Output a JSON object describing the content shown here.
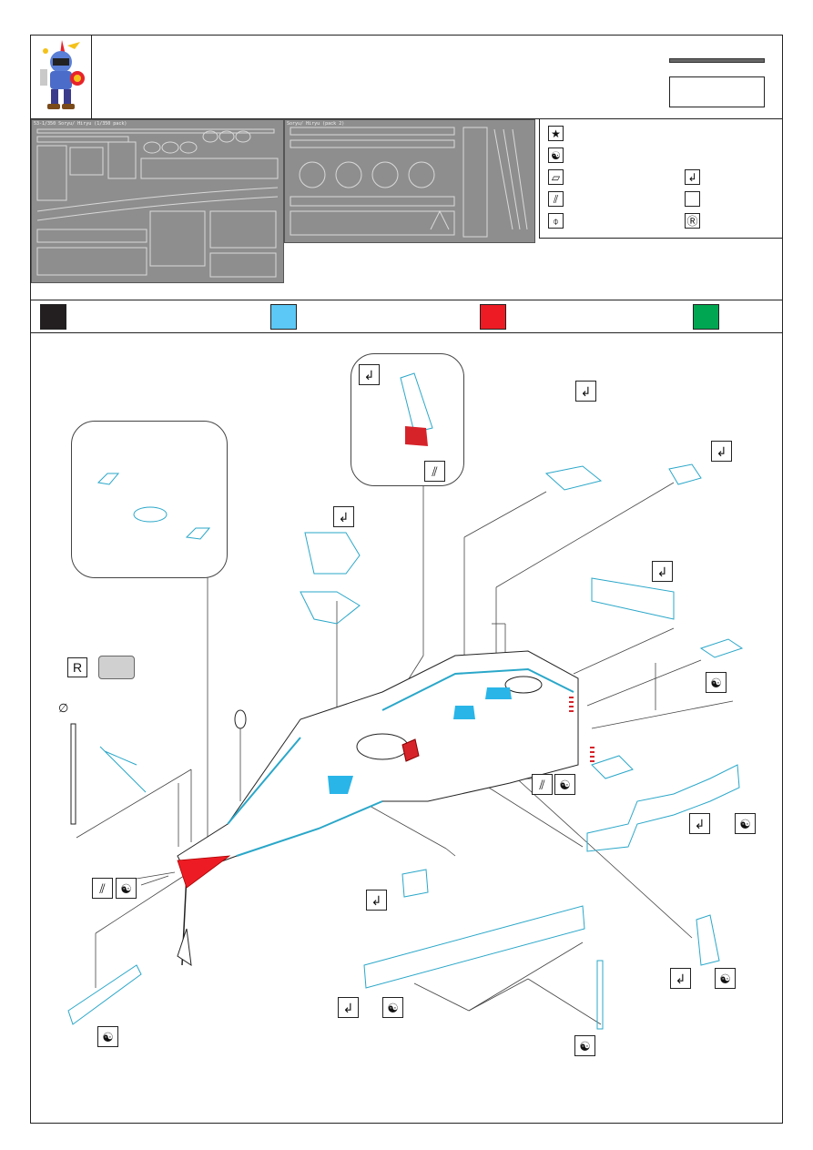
{
  "header": {
    "logo_icon": "knight-logo-icon",
    "product_code": "",
    "title": ""
  },
  "sheets": {
    "sheet_1_title": "53-1/350 Soryu/ Hiryu (1/350 pack)",
    "sheet_2_title": "Soryu/ Hiryu (pack 2)"
  },
  "legend": {
    "symbols": [
      {
        "icon": "star-icon"
      },
      {
        "icon": "yin-yang-icon"
      },
      {
        "icon": "flat-part-icon"
      },
      {
        "icon": "folded-part-icon"
      },
      {
        "icon": "rolled-part-icon"
      },
      {
        "icon": "bend-arrow-icon"
      },
      {
        "icon": "empty-box-icon"
      },
      {
        "icon": "resin-r-icon"
      }
    ]
  },
  "colors": {
    "black": "#231f20",
    "blue": "#5bc8f5",
    "red": "#ed1c24",
    "green": "#00a651",
    "part_outline": "#2aa7c9",
    "red_part": "#d6232a"
  },
  "diagram": {
    "diameter_mark": "∅",
    "r_symbol": "R"
  }
}
